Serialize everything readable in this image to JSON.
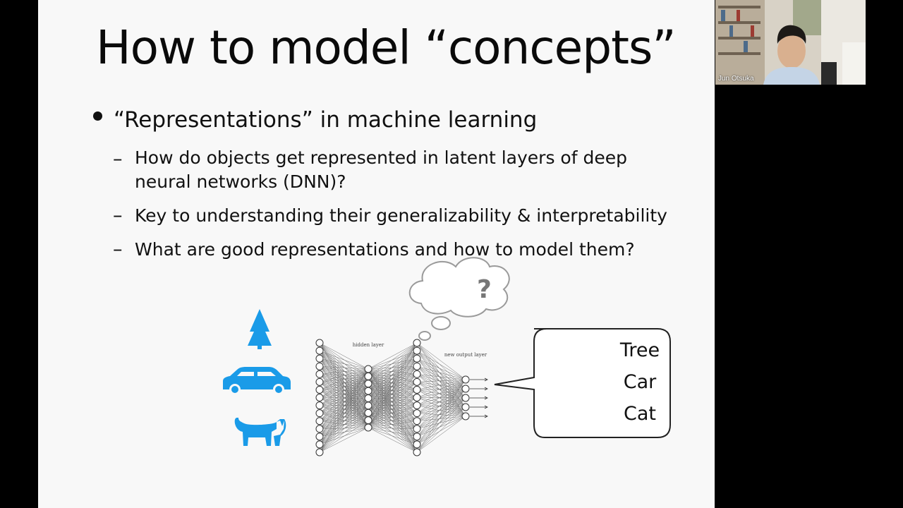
{
  "slide": {
    "title": "How to model “concepts”",
    "bullet": "“Representations” in machine learning",
    "sub_bullets": [
      "How do objects get represented in latent layers of deep neural networks (DNN)?",
      "Key to understanding their generalizability & interpretability",
      "What are good representations and how to model them?"
    ],
    "diagram": {
      "thought_bubble_text": "?",
      "hidden_layer_label": "hidden layer",
      "output_layer_label": "new output layer",
      "outputs": [
        "Tree",
        "Car",
        "Cat"
      ],
      "icon_color": "#1a9be8"
    }
  },
  "webcam": {
    "participant_name": "Jun Otsuka"
  }
}
